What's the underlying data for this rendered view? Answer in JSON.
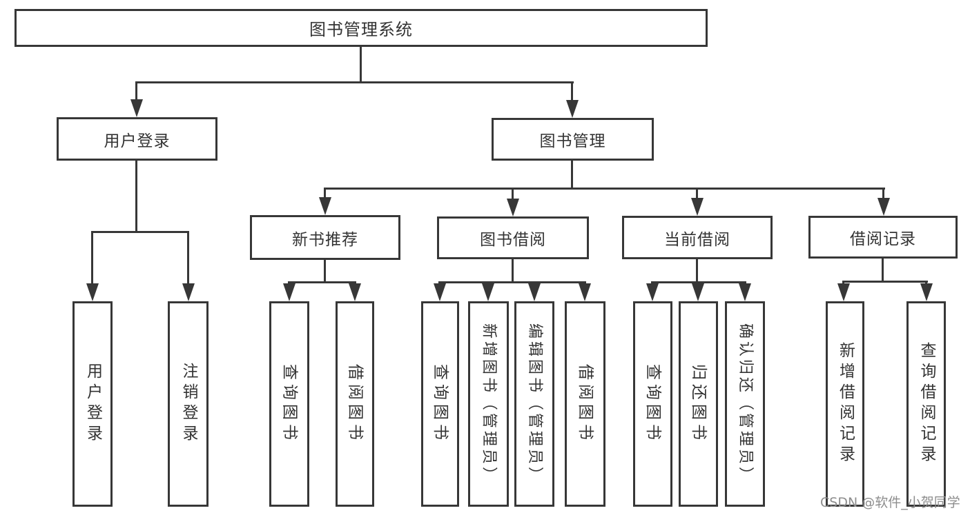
{
  "diagram": {
    "title": "图书管理系统",
    "watermark": "CSDN @软件_小贺同学",
    "colors": {
      "line": "#373737",
      "box_border": "#373737",
      "text": "#333333",
      "watermark": "#8d8d8d",
      "background": "#ffffff"
    },
    "nodes": {
      "root": {
        "label": "图书管理系统"
      },
      "user_login": {
        "label": "用户登录"
      },
      "book_mgmt": {
        "label": "图书管理"
      },
      "new_book_rec": {
        "label": "新书推荐"
      },
      "book_borrow": {
        "label": "图书借阅"
      },
      "current_borrow": {
        "label": "当前借阅"
      },
      "borrow_records": {
        "label": "借阅记录"
      },
      "login": {
        "label": "用户登录"
      },
      "logout": {
        "label": "注销登录"
      },
      "rec_query": {
        "label": "查询图书"
      },
      "rec_borrow": {
        "label": "借阅图书"
      },
      "bb_query": {
        "label": "查询图书"
      },
      "bb_add": {
        "label": "新增图书（管理员）"
      },
      "bb_edit": {
        "label": "编辑图书（管理员）"
      },
      "bb_borrow": {
        "label": "借阅图书"
      },
      "cb_query": {
        "label": "查询图书"
      },
      "cb_return": {
        "label": "归还图书"
      },
      "cb_confirm": {
        "label": "确认归还（管理员）"
      },
      "br_add": {
        "label": "新增借阅记录"
      },
      "br_query": {
        "label": "查询借阅记录"
      }
    }
  }
}
